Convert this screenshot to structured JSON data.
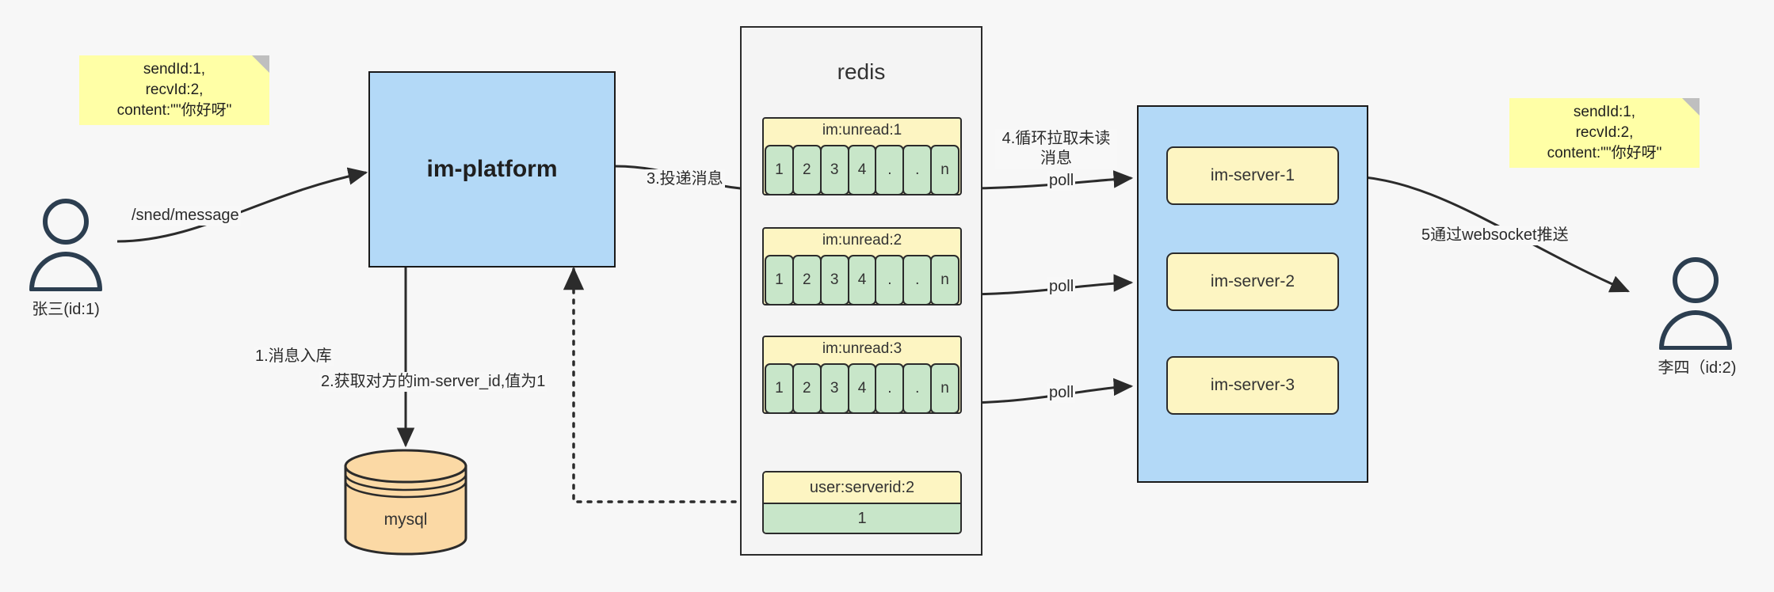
{
  "diagram": {
    "title": "IM message delivery architecture",
    "colors": {
      "note_yellow": "#ffffa6",
      "process_blue": "#b3d9f7",
      "queue_yellow": "#fdf5c2",
      "cell_green": "#c8e6c9",
      "db_orange": "#fbd9a5",
      "stroke": "#2b2b2b",
      "canvas": "#f7f7f7"
    }
  },
  "notes": {
    "left": {
      "lines": [
        "sendId:1,",
        "recvId:2,",
        "content:\"\"你好呀\""
      ]
    },
    "right": {
      "lines": [
        "sendId:1,",
        "recvId:2,",
        "content:\"\"你好呀\""
      ]
    }
  },
  "actors": {
    "sender": {
      "label": "张三(id:1)",
      "icon": "user-icon"
    },
    "receiver": {
      "label": "李四（id:2)",
      "icon": "user-icon"
    }
  },
  "platform": {
    "label": "im-platform"
  },
  "database": {
    "label": "mysql",
    "icon": "database-cylinder-icon"
  },
  "redis": {
    "title": "redis",
    "queues": [
      {
        "key": "im:unread:1",
        "cells": [
          "1",
          "2",
          "3",
          "4",
          ".",
          ".",
          "n"
        ]
      },
      {
        "key": "im:unread:2",
        "cells": [
          "1",
          "2",
          "3",
          "4",
          ".",
          ".",
          "n"
        ]
      },
      {
        "key": "im:unread:3",
        "cells": [
          "1",
          "2",
          "3",
          "4",
          ".",
          ".",
          "n"
        ]
      }
    ],
    "kv": {
      "key": "user:serverid:2",
      "value": "1"
    }
  },
  "servers": {
    "items": [
      {
        "label": "im-server-1"
      },
      {
        "label": "im-server-2"
      },
      {
        "label": "im-server-3"
      }
    ]
  },
  "edges": {
    "send_message": "/sned/message",
    "step1": "1.消息入库",
    "step2": "2.获取对方的im-server_id,值为1",
    "step3": "3.投递消息",
    "step4": "4.循环拉取未读消息",
    "poll1": "poll",
    "poll2": "poll",
    "poll3": "poll",
    "step5": "5通过websocket推送"
  }
}
